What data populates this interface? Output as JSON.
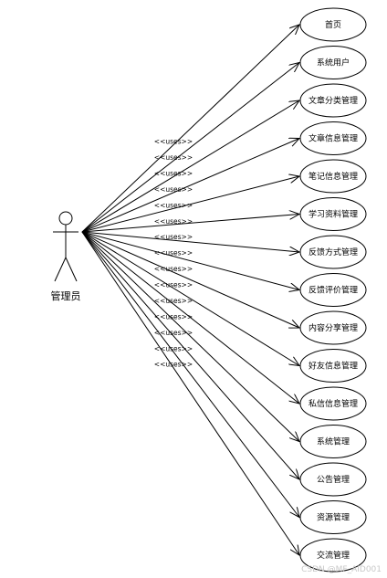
{
  "actor": {
    "label": "管理员"
  },
  "relation_label": "<<uses>>",
  "use_cases": [
    "首页",
    "系统用户",
    "文章分类管理",
    "文章信息管理",
    "笔记信息管理",
    "学习资料管理",
    "反馈方式管理",
    "反馈评价管理",
    "内容分享管理",
    "好友信息管理",
    "私信信息管理",
    "系统管理",
    "公告管理",
    "资源管理",
    "交流管理"
  ],
  "watermark": "CSDN @MF_AID001"
}
